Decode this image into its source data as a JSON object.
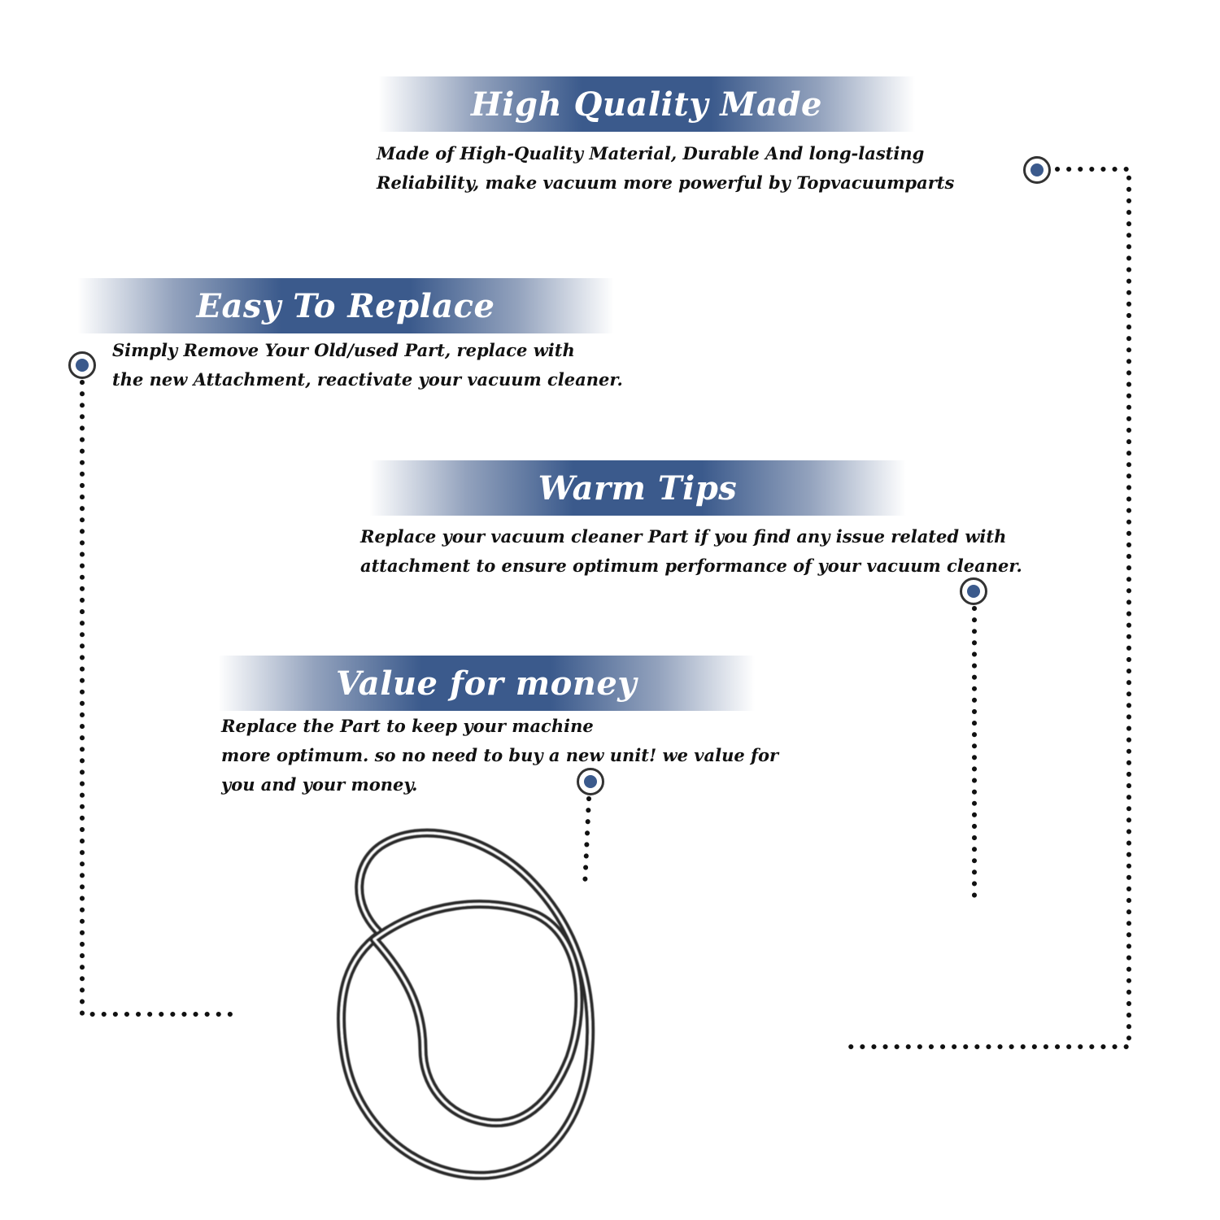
{
  "colors": {
    "banner_blue": "#3b5a8c",
    "marker_blue": "#3b5a8c",
    "dot": "#111111",
    "belt": "#2a2a2a"
  },
  "sections": {
    "high_quality": {
      "title": "High Quality Made",
      "lines": [
        "Made of  High-Quality Material, Durable And long-lasting",
        "Reliability, make vacuum more powerful by Topvacuumparts"
      ]
    },
    "easy_replace": {
      "title": "Easy To Replace",
      "lines": [
        "Simply Remove Your Old/used Part, replace with",
        "the new Attachment, reactivate your vacuum cleaner."
      ]
    },
    "warm_tips": {
      "title": "Warm Tips",
      "lines": [
        "Replace your vacuum cleaner Part if you find any issue related with",
        " attachment to ensure optimum performance of your vacuum cleaner."
      ]
    },
    "value_money": {
      "title": "Value for money",
      "lines": [
        "Replace the Part to keep your machine",
        "more optimum. so no need to buy a new unit! we value for",
        "you and your money."
      ]
    }
  },
  "product": {
    "icon": "vacuum-belt-image"
  }
}
